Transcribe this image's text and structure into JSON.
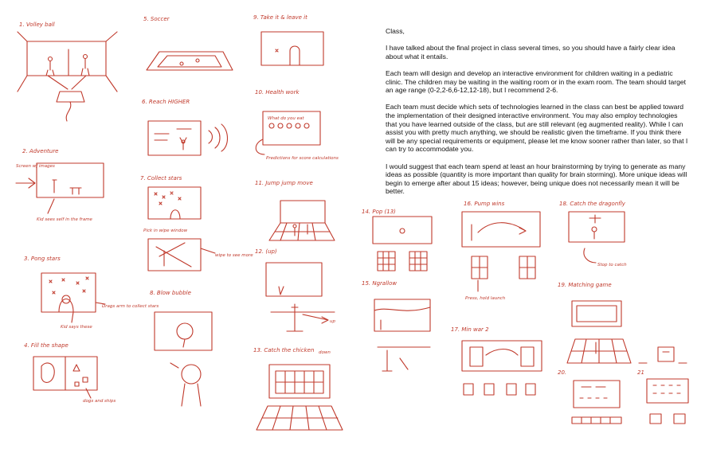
{
  "document": {
    "greeting": "Class,",
    "paragraphs": [
      "I have talked about the final project in class several times, so you should have a fairly clear idea about what it entails.",
      "Each team will design and develop an interactive environment for children waiting in a pediatric clinic. The children may be waiting in the waiting room or in the exam room. The team should target an age range (0-2,2-6,6-12,12-18), but I recommend 2-6.",
      "Each team must decide which sets of technologies learned in the class can best be applied toward the implementation of their designed interactive environment. You may also employ technologies that you have learned outside of the class, but are still relevant (eg augmented reality). While I can assist you with pretty much anything, we should be realistic given the timeframe. If you think there will be any special requirements or equipment, please let me know sooner rather than later, so that I can try to accommodate you.",
      "I would suggest that each team spend at least an hour brainstorming by trying to generate as many ideas as possible (quantity is more important than quality for brain storming). More unique ideas will begin to emerge after about 15 ideas; however, being unique does not necessarily mean it will be better."
    ]
  },
  "sketch_labels": {
    "s1": "1. Volley ball",
    "s2": "2. Adventure",
    "s2a": "Screen w/ images",
    "s2b": "Kid sees self in the frame",
    "s3": "3. Pong stars",
    "s3a": "Drags arm to collect stars",
    "s3b": "Kid says these",
    "s4": "4. Fill the shape",
    "s4a": "dogs and ships",
    "s5": "5. Soccer",
    "s6": "6. Reach HIGHER",
    "s7": "7. Collect stars",
    "s7a": "Pick in wipe window",
    "s7b": "wipe to see more",
    "s8": "8. Blow bubble",
    "s9": "9. Take it & leave it",
    "s10": "10. Health work",
    "s10a": "What do you eat",
    "s10b": "Predictions for score calculations",
    "s11": "11. Jump jump move",
    "s12": "12. (up)",
    "s12a": "up",
    "s13": "13. Catch the chicken",
    "s13a": "down",
    "s14": "14. Pop (13)",
    "s15": "15. Ngrallow",
    "s16": "16. Pump wins",
    "s16a": "Press, hold launch",
    "s17": "17. Min war 2",
    "s18": "18. Catch the dragonfly",
    "s18a": "Stop to catch",
    "s19": "19. Matching game",
    "s20": "20.",
    "s21": "21"
  },
  "colors": {
    "ink": "#c0392b",
    "text": "#111111",
    "background": "#ffffff"
  }
}
